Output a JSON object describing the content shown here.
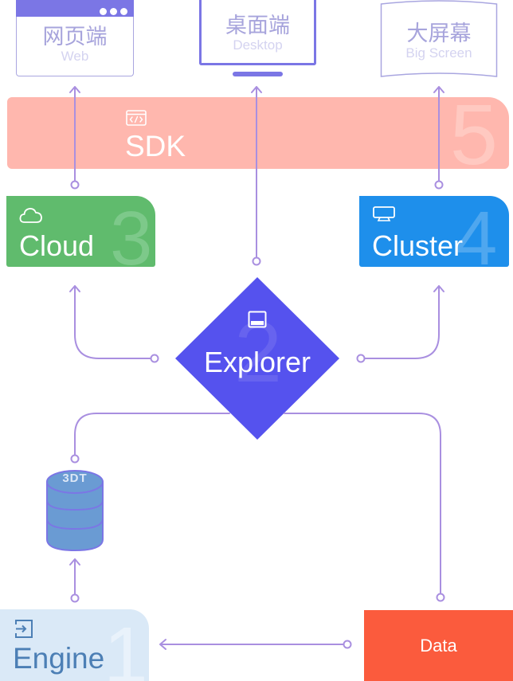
{
  "clients": {
    "web": {
      "zh": "网页端",
      "en": "Web"
    },
    "desktop": {
      "zh": "桌面端",
      "en": "Desktop"
    },
    "bigscreen": {
      "zh": "大屏幕",
      "en": "Big Screen"
    }
  },
  "sdk": {
    "label": "SDK",
    "number": "5",
    "icon": "code-window-icon"
  },
  "cloud": {
    "label": "Cloud",
    "number": "3",
    "icon": "cloud-icon"
  },
  "cluster": {
    "label": "Cluster",
    "number": "4",
    "icon": "monitor-icon"
  },
  "explorer": {
    "label": "Explorer",
    "number": "2",
    "icon": "window-icon"
  },
  "database": {
    "tag": "3DT",
    "icon": "database-icon"
  },
  "engine": {
    "label": "Engine",
    "number": "1",
    "icon": "login-icon"
  },
  "data": {
    "label": "Data"
  },
  "colors": {
    "accent": "#7b76e5",
    "connector": "#a98fe0",
    "sdk": "#ffb7ae",
    "cloud": "#60bb6d",
    "cluster": "#1e8feb",
    "explorer": "#5552ee",
    "database": "#6a9bd3",
    "engine": "#dae9f7",
    "data": "#fb5b3d"
  }
}
